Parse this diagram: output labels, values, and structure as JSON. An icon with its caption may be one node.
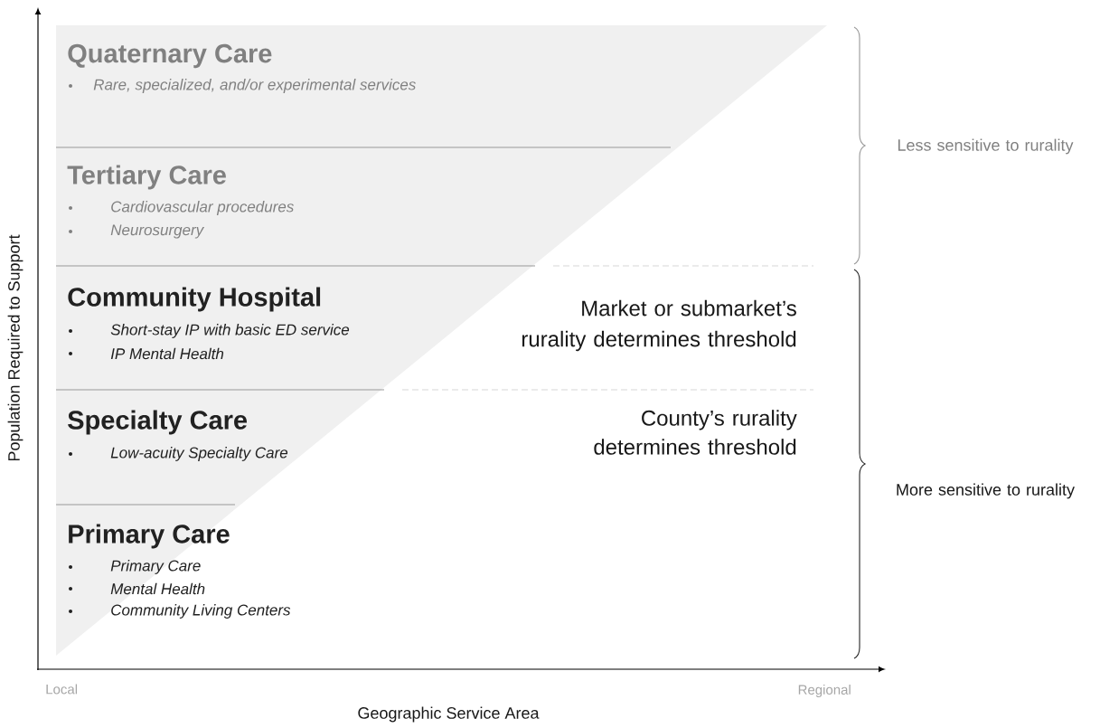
{
  "diagram": {
    "nodes": [
      {
        "text": [
          "Quaternary Care",
          "Rare, specialized, and/or experimental services"
        ]
      },
      {
        "text": [
          "Tertiary Care",
          "Cardiovascular procedures",
          "Neurosurgery"
        ]
      },
      {
        "text": [
          "Community Hospital",
          "Short-stay IP with basic ED service",
          "IP Mental Health"
        ]
      },
      {
        "text": [
          "Specialty Care",
          "Low-acuity Specialty Care"
        ]
      },
      {
        "text": [
          "Primary Care",
          "Primary Care",
          "Mental Health",
          "Community Living Centers"
        ]
      }
    ],
    "labels": [
      "Less sensitive to rurality",
      "Market or submarket’s rurality determines threshold",
      "County’s rurality determines threshold",
      "More sensitive to rurality",
      "Population Required to Support",
      "Local",
      "Regional",
      "Geographic Service Area"
    ]
  }
}
